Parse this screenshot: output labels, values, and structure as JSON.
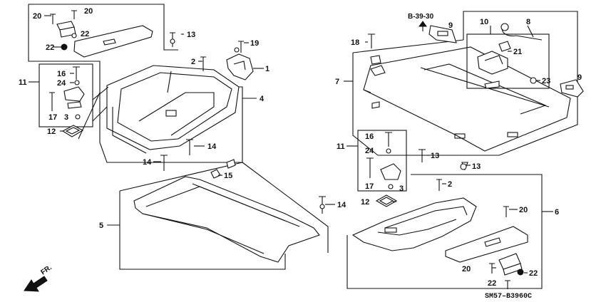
{
  "diagram": {
    "callouts": {
      "c1": "1",
      "c2a": "2",
      "c2b": "2",
      "c3a": "3",
      "c3b": "3",
      "c4": "4",
      "c5": "5",
      "c6": "6",
      "c7": "7",
      "c8": "8",
      "c9a": "9",
      "c9b": "9",
      "c10": "10",
      "c11a": "11",
      "c11b": "11",
      "c12a": "12",
      "c12b": "12",
      "c13a": "13",
      "c13b": "13",
      "c13c": "13",
      "c14a": "14",
      "c14b": "14",
      "c14c": "14",
      "c15": "15",
      "c16a": "16",
      "c16b": "16",
      "c17a": "17",
      "c17b": "17",
      "c18": "18",
      "c19": "19",
      "c20a": "20",
      "c20b": "20",
      "c20c": "20",
      "c20d": "20",
      "c21": "21",
      "c22a": "22",
      "c22b": "22",
      "c22c": "22",
      "c22d": "22",
      "c23": "23",
      "c24a": "24",
      "c24b": "24"
    },
    "reference": "B-39-30",
    "direction_label": "FR.",
    "diagram_code": "SM57–B3960C"
  }
}
